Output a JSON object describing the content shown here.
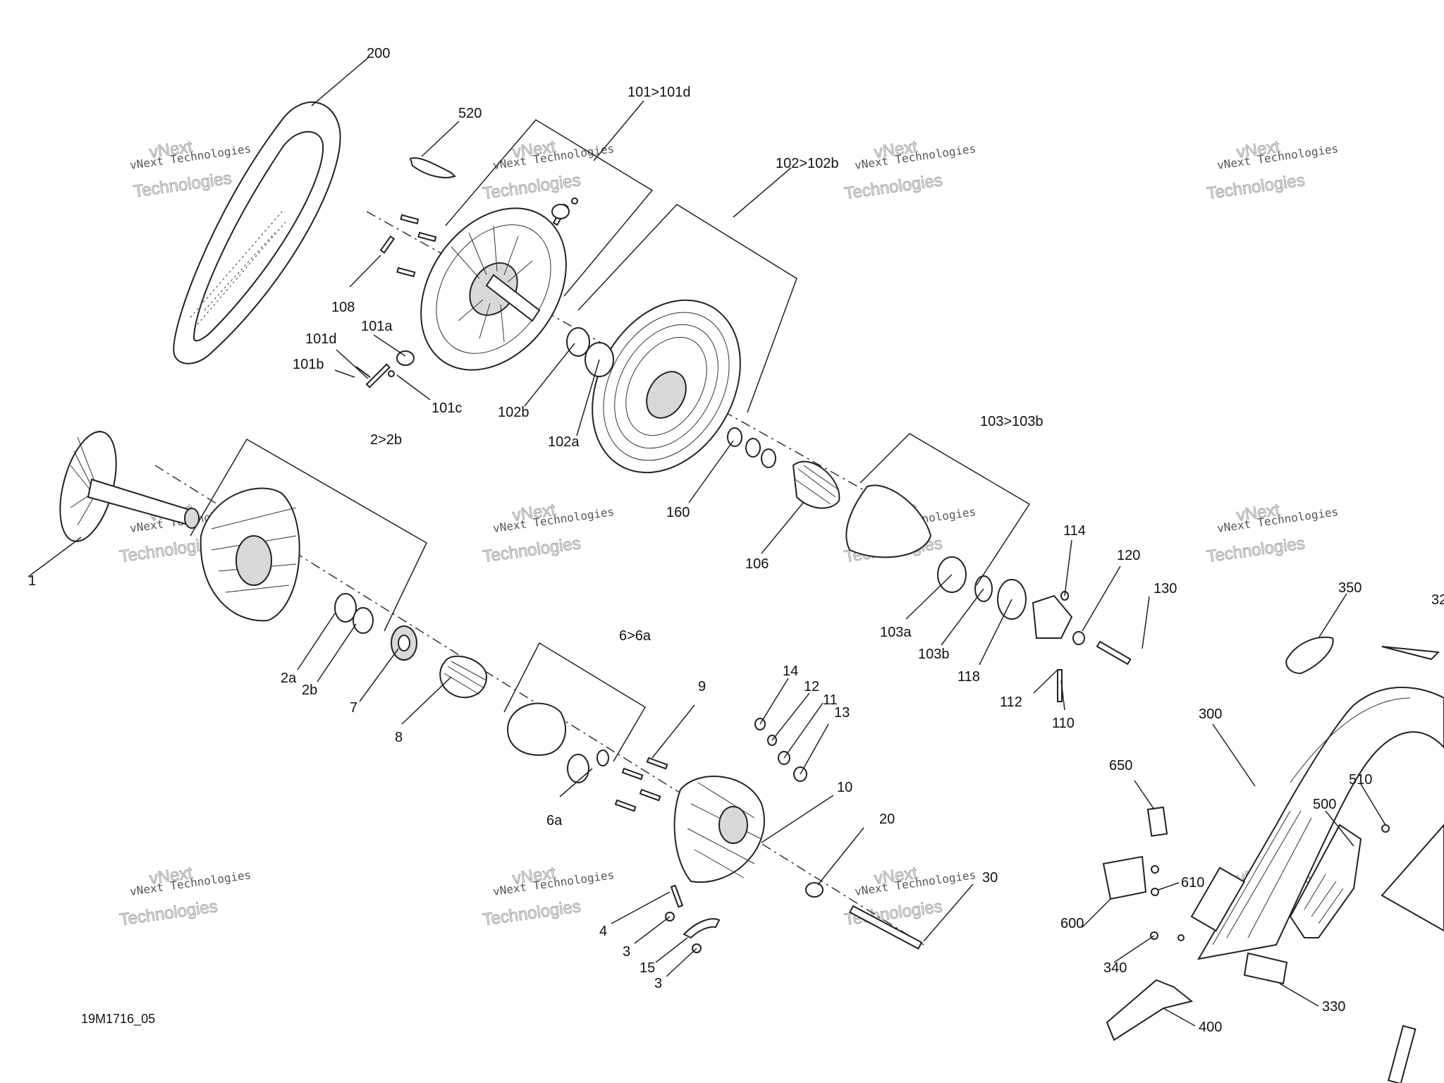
{
  "drawing_code": "19M1716_05",
  "watermark": {
    "line1": "vNext Technologies",
    "line2": "vNext",
    "line3": "Technologies"
  },
  "callouts": [
    "200",
    "520",
    "101>101d",
    "102>102b",
    "108",
    "101d",
    "101a",
    "101b",
    "101c",
    "102b",
    "102a",
    "2>2b",
    "1",
    "160",
    "106",
    "103>103b",
    "114",
    "120",
    "130",
    "103a",
    "103b",
    "118",
    "112",
    "110",
    "2a",
    "2b",
    "7",
    "8",
    "6>6a",
    "6a",
    "9",
    "14",
    "12",
    "11",
    "13",
    "10",
    "20",
    "30",
    "4",
    "3",
    "15",
    "3",
    "350",
    "32",
    "300",
    "650",
    "510",
    "500",
    "610",
    "600",
    "340",
    "330",
    "400"
  ]
}
